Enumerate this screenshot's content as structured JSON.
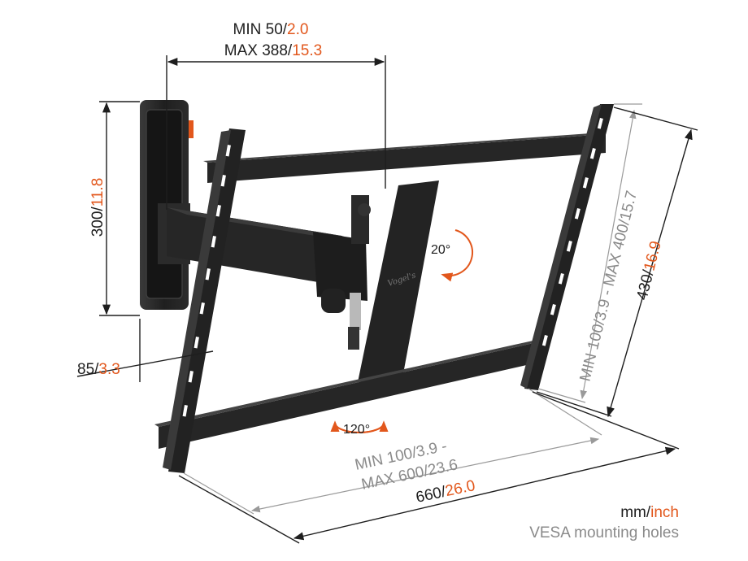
{
  "colors": {
    "dark": "#1e1e1e",
    "accent": "#e2571c",
    "muted": "#8a8a8a",
    "bracket": "#2a2a2a"
  },
  "dims": {
    "arm_min": {
      "mm": "MIN 50/",
      "inch": "2.0"
    },
    "arm_max": {
      "mm": "MAX 388/",
      "inch": "15.3"
    },
    "plate_height": {
      "mm": "300/",
      "inch": "11.8"
    },
    "depth": {
      "mm": "85/",
      "inch": "3.3"
    },
    "vesa_h_min": {
      "mm": "MIN 100/",
      "inch": "3.9 -"
    },
    "vesa_h_max": {
      "mm": "MAX 600/",
      "inch": "23.6"
    },
    "width": {
      "mm": "660/",
      "inch": "26.0"
    },
    "vesa_v": {
      "mm": "MIN 100/",
      "inch": "3.9",
      "sep": " - ",
      "mm2": "MAX 400/",
      "inch2": "15.7"
    },
    "height": {
      "mm": "430/",
      "inch": "16.9"
    }
  },
  "angles": {
    "tilt": "20°",
    "swivel": "120°"
  },
  "legend": {
    "unit_mm": "mm/",
    "unit_inch": "inch",
    "caption": "VESA mounting holes"
  },
  "logo_text": "Vogel's"
}
